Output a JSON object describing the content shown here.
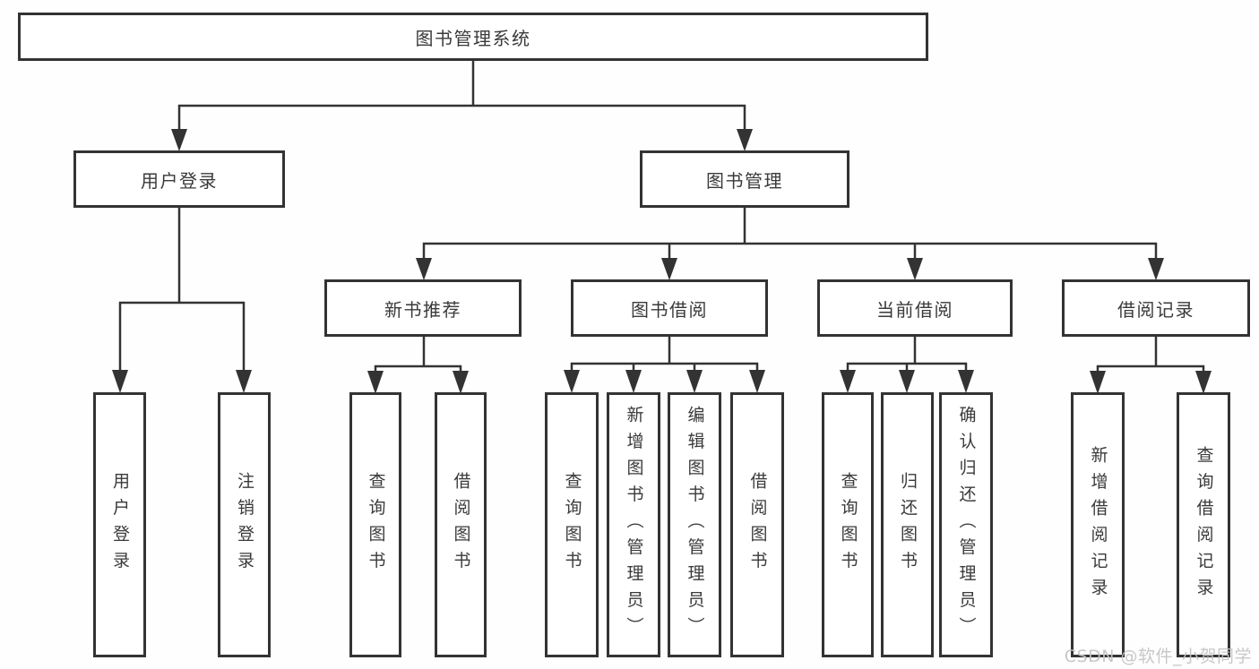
{
  "root": {
    "label": "图书管理系统"
  },
  "level2": {
    "login": {
      "label": "用户登录"
    },
    "mgmt": {
      "label": "图书管理"
    }
  },
  "level3": {
    "newbooks": {
      "label": "新书推荐"
    },
    "borrow": {
      "label": "图书借阅"
    },
    "current": {
      "label": "当前借阅"
    },
    "records": {
      "label": "借阅记录"
    }
  },
  "leaves": {
    "login": [
      "用户登录",
      "注销登录"
    ],
    "newbooks": [
      "查询图书",
      "借阅图书"
    ],
    "borrow": [
      "查询图书",
      "新增图书（管理员）",
      "编辑图书（管理员）",
      "借阅图书"
    ],
    "current": [
      "查询图书",
      "归还图书",
      "确认归还（管理员）"
    ],
    "records": [
      "新增借阅记录",
      "查询借阅记录"
    ]
  },
  "watermark": {
    "text": "CSDN @软件_小贺同学"
  },
  "colors": {
    "line": "#333333",
    "box_border": "#333333",
    "box_background": "#ffffff",
    "text": "#3a3a3a",
    "watermark": "#c3c3c3",
    "background": "#fefefe"
  }
}
